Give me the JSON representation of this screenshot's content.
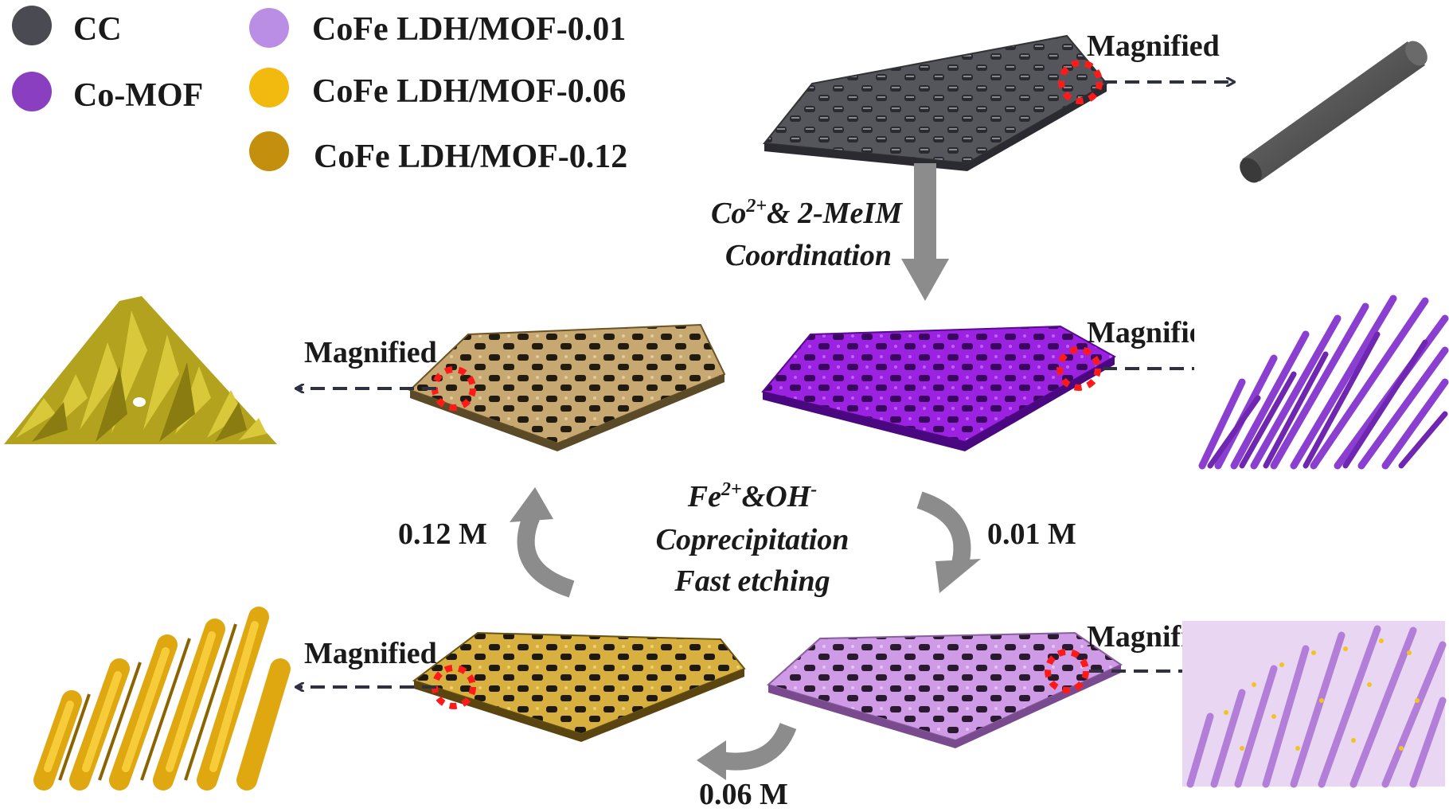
{
  "legend": [
    {
      "label": "CC",
      "color": "#4a4a52"
    },
    {
      "label": "Co-MOF",
      "color": "#8a3fc0"
    },
    {
      "label": "CoFe LDH/MOF-0.01",
      "color": "#bb8ee6"
    },
    {
      "label": "CoFe LDH/MOF-0.06",
      "color": "#f2b90e"
    },
    {
      "label": "CoFe LDH/MOF-0.12",
      "color": "#c48f0c"
    }
  ],
  "labels": {
    "magnified": "Magnified",
    "step1_line1_pre": "Co",
    "step1_line1_sup": "2+",
    "step1_line1_post": "& 2-MeIM",
    "step1_line2": "Coordination",
    "step2_line1_fe": "Fe",
    "step2_line1_fe_sup": "2+",
    "step2_line1_mid": "&OH",
    "step2_line1_oh_sup": "-",
    "step2_line2": "Coprecipitation",
    "step2_line3": "Fast etching",
    "conc_001": "0.01 M",
    "conc_006": "0.06 M",
    "conc_012": "0.12 M"
  },
  "colors": {
    "cc": "#4a4a52",
    "co_mof": "#8a1fd0",
    "ldh_001": "#c48fe0",
    "ldh_006": "#d9b136",
    "ldh_012": "#c2a468",
    "arrow_gray": "#8c8c8c",
    "dash": "#2f3040",
    "marker": "#ff1a1a"
  }
}
